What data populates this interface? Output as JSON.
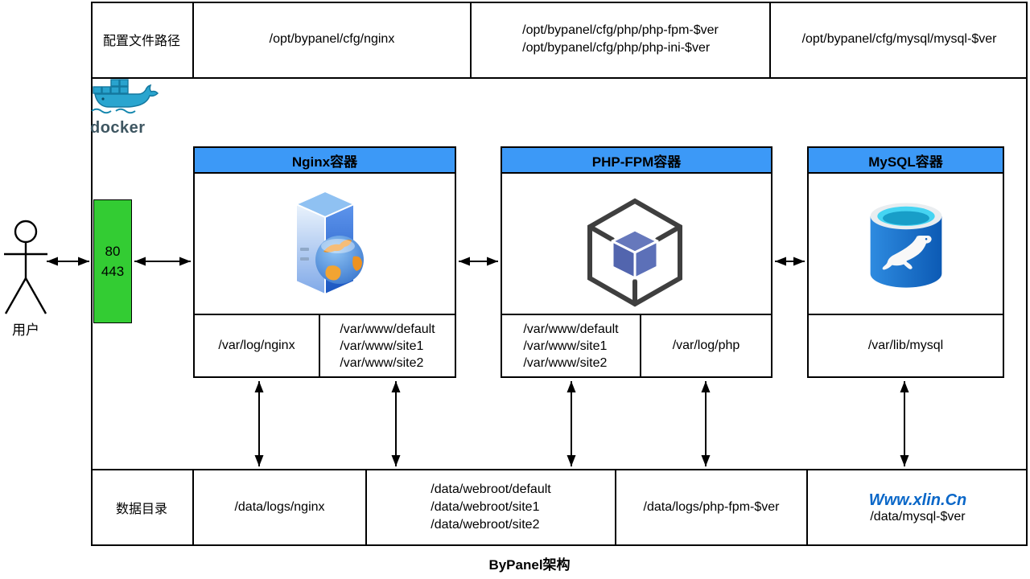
{
  "title": "ByPanel架构",
  "watermark": "Www.xlin.Cn",
  "colors": {
    "container_header": "#3C99F7",
    "ports_box": "#33CC33",
    "watermark": "#0A67C8"
  },
  "config_row": {
    "label": "配置文件路径",
    "nginx": "/opt/bypanel/cfg/nginx",
    "php_line1": "/opt/bypanel/cfg/php/php-fpm-$ver",
    "php_line2": "/opt/bypanel/cfg/php/php-ini-$ver",
    "mysql": "/opt/bypanel/cfg/mysql/mysql-$ver"
  },
  "docker": {
    "label": "docker"
  },
  "user": {
    "label": "用户"
  },
  "ports": {
    "line1": "80",
    "line2": "443"
  },
  "containers": {
    "nginx": {
      "title": "Nginx容器",
      "log": "/var/log/nginx",
      "www1": "/var/www/default",
      "www2": "/var/www/site1",
      "www3": "/var/www/site2"
    },
    "php": {
      "title": "PHP-FPM容器",
      "www1": "/var/www/default",
      "www2": "/var/www/site1",
      "www3": "/var/www/site2",
      "log": "/var/log/php"
    },
    "mysql": {
      "title": "MySQL容器",
      "data": "/var/lib/mysql"
    }
  },
  "data_row": {
    "label": "数据目录",
    "nginx_logs": "/data/logs/nginx",
    "webroot1": "/data/webroot/default",
    "webroot2": "/data/webroot/site1",
    "webroot3": "/data/webroot/site2",
    "php_logs": "/data/logs/php-fpm-$ver",
    "mysql": "/data/mysql-$ver"
  }
}
